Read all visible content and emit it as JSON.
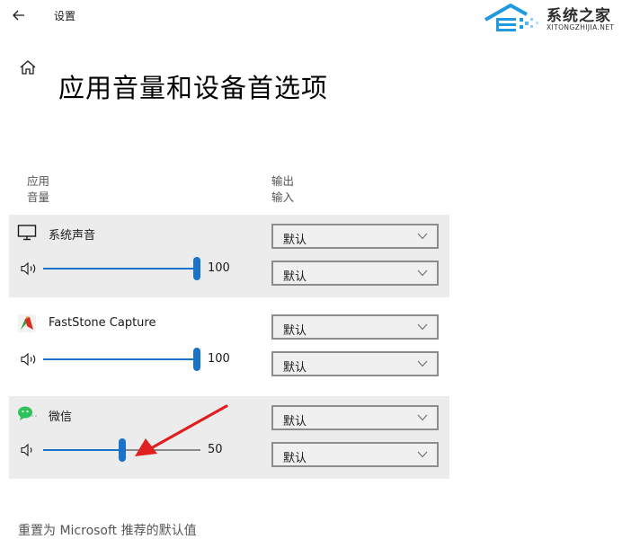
{
  "window": {
    "title": "设置",
    "back_icon": "back-arrow-icon"
  },
  "watermark": {
    "name_cn": "系统之家",
    "name_en": "XITONGZHIJIA.NET",
    "color": "#1f9ae0"
  },
  "page": {
    "title": "应用音量和设备首选项",
    "home_icon": "home-icon"
  },
  "columns": {
    "left_line1": "应用",
    "left_line2": "音量",
    "right_line1": "输出",
    "right_line2": "输入"
  },
  "apps": [
    {
      "name": "系统声音",
      "icon": "monitor-icon",
      "volume": 100,
      "volume_label": "100",
      "output": "默认",
      "input": "默认",
      "shaded": true
    },
    {
      "name": "FastStone Capture",
      "icon": "faststone-capture-icon",
      "volume": 100,
      "volume_label": "100",
      "output": "默认",
      "input": "默认",
      "shaded": false
    },
    {
      "name": "微信",
      "icon": "wechat-icon",
      "volume": 50,
      "volume_label": "50",
      "output": "默认",
      "input": "默认",
      "shaded": true
    }
  ],
  "footer": {
    "reset_text": "重置为 Microsoft 推荐的默认值"
  },
  "annotation": {
    "type": "red-arrow",
    "color": "#e02020",
    "points_to": "微信 volume slider"
  },
  "colors": {
    "accent": "#1a73c8",
    "row_shade": "#ececec",
    "dropdown_border": "#8c8c8c"
  }
}
